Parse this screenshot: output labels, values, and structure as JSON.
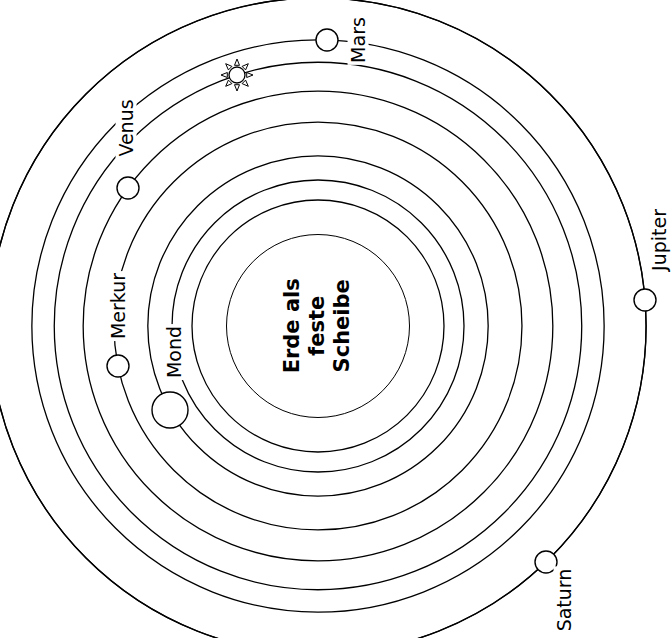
{
  "diagram": {
    "nodes": [
      {
        "text": [
          "Erde als feste Scheibe"
        ]
      }
    ],
    "labels": [
      "Mond",
      "Merkur",
      "Venus",
      "Mars",
      "Jupiter",
      "Saturn"
    ]
  }
}
